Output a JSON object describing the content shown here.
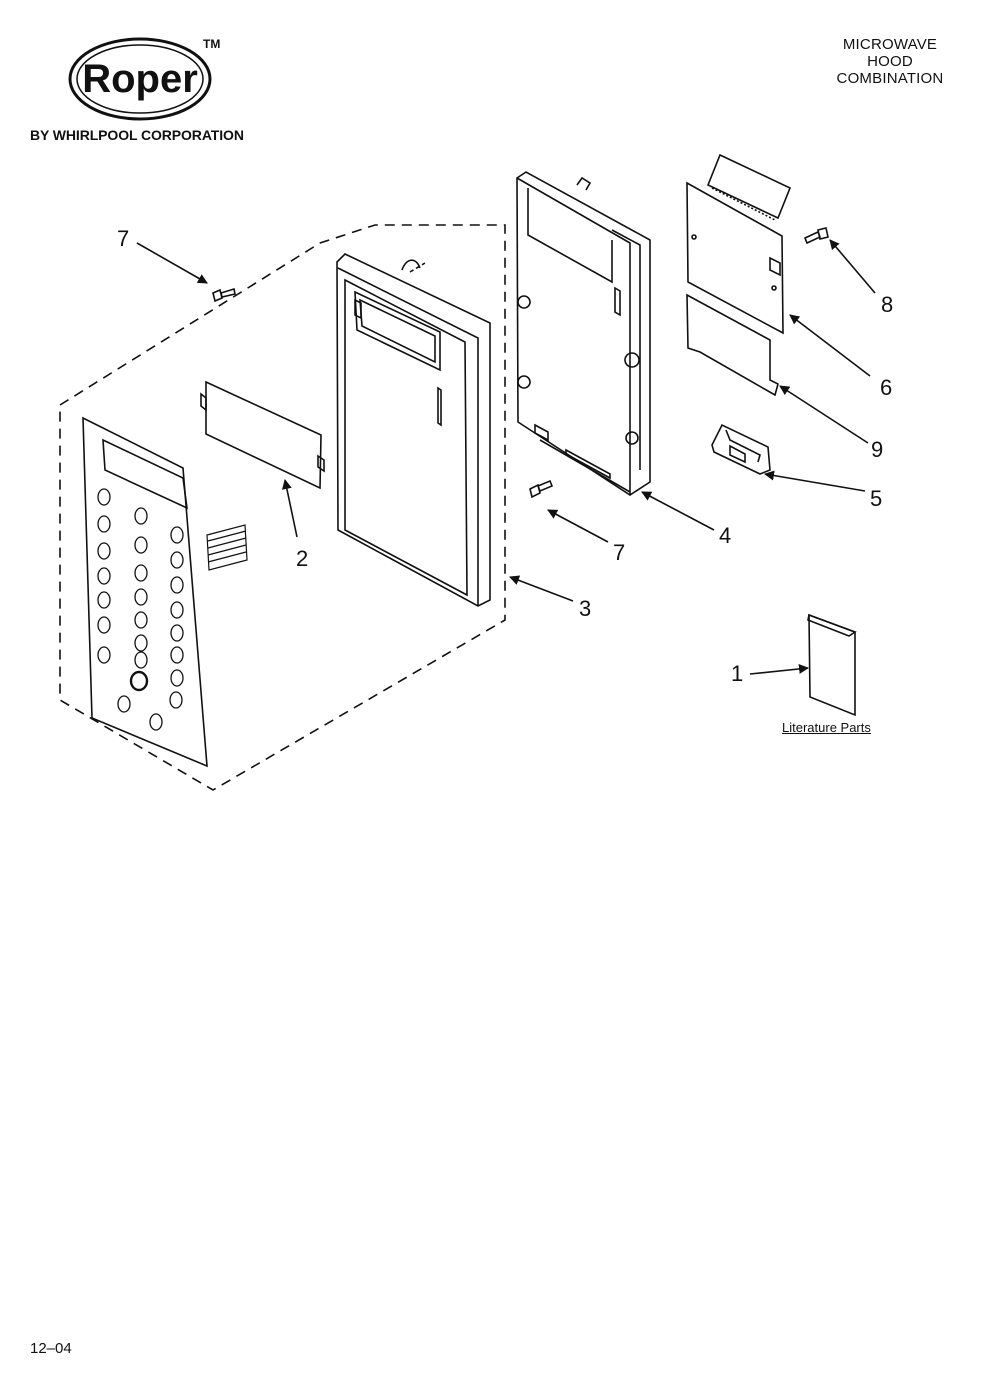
{
  "brand": {
    "name": "Roper",
    "trademark": "TM",
    "tagline": "BY WHIRLPOOL CORPORATION"
  },
  "title": {
    "line1": "MICROWAVE",
    "line2": "HOOD",
    "line3": "COMBINATION"
  },
  "callouts": {
    "c1": "1",
    "c2": "2",
    "c3": "3",
    "c4": "4",
    "c5": "5",
    "c6": "6",
    "c7a": "7",
    "c7b": "7",
    "c8": "8",
    "c9": "9"
  },
  "literature_label": "Literature Parts",
  "date_code": "12–04"
}
